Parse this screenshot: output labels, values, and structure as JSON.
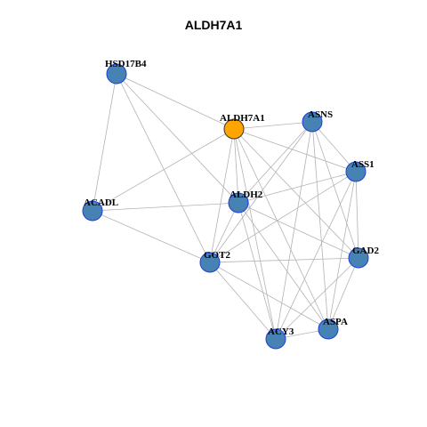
{
  "title": "ALDH7A1",
  "colors": {
    "focus_node": "#FFA500",
    "node": "#4682B4",
    "node_border": "#1E3FDC",
    "edge": "#B3B3B3"
  },
  "nodes": [
    {
      "id": "HSD17B4",
      "label": "HSD17B4",
      "focus": false
    },
    {
      "id": "ALDH7A1",
      "label": "ALDH7A1",
      "focus": true
    },
    {
      "id": "ASNS",
      "label": "ASNS",
      "focus": false
    },
    {
      "id": "ASS1",
      "label": "ASS1",
      "focus": false
    },
    {
      "id": "ALDH2",
      "label": "ALDH2",
      "focus": false
    },
    {
      "id": "ACADL",
      "label": "ACADL",
      "focus": false
    },
    {
      "id": "GOT2",
      "label": "GOT2",
      "focus": false
    },
    {
      "id": "GAD2",
      "label": "GAD2",
      "focus": false
    },
    {
      "id": "ASPA",
      "label": "ASPA",
      "focus": false
    },
    {
      "id": "ACY3",
      "label": "ACY3",
      "focus": false
    }
  ],
  "edges": [
    [
      "HSD17B4",
      "ALDH7A1"
    ],
    [
      "HSD17B4",
      "ACADL"
    ],
    [
      "HSD17B4",
      "GOT2"
    ],
    [
      "HSD17B4",
      "ALDH2"
    ],
    [
      "ALDH7A1",
      "ASNS"
    ],
    [
      "ALDH7A1",
      "ASS1"
    ],
    [
      "ALDH7A1",
      "ALDH2"
    ],
    [
      "ALDH7A1",
      "ACADL"
    ],
    [
      "ALDH7A1",
      "GOT2"
    ],
    [
      "ALDH7A1",
      "GAD2"
    ],
    [
      "ALDH7A1",
      "ASPA"
    ],
    [
      "ALDH7A1",
      "ACY3"
    ],
    [
      "ASNS",
      "ASS1"
    ],
    [
      "ASNS",
      "ALDH2"
    ],
    [
      "ASNS",
      "GOT2"
    ],
    [
      "ASNS",
      "GAD2"
    ],
    [
      "ASNS",
      "ASPA"
    ],
    [
      "ASNS",
      "ACY3"
    ],
    [
      "ASS1",
      "ALDH2"
    ],
    [
      "ASS1",
      "GOT2"
    ],
    [
      "ASS1",
      "GAD2"
    ],
    [
      "ASS1",
      "ASPA"
    ],
    [
      "ASS1",
      "ACY3"
    ],
    [
      "ALDH2",
      "ACADL"
    ],
    [
      "ALDH2",
      "GOT2"
    ],
    [
      "ALDH2",
      "GAD2"
    ],
    [
      "ALDH2",
      "ASPA"
    ],
    [
      "ALDH2",
      "ACY3"
    ],
    [
      "ACADL",
      "GOT2"
    ],
    [
      "GOT2",
      "GAD2"
    ],
    [
      "GOT2",
      "ASPA"
    ],
    [
      "GOT2",
      "ACY3"
    ],
    [
      "GAD2",
      "ASPA"
    ],
    [
      "GAD2",
      "ACY3"
    ],
    [
      "ASPA",
      "ACY3"
    ]
  ]
}
